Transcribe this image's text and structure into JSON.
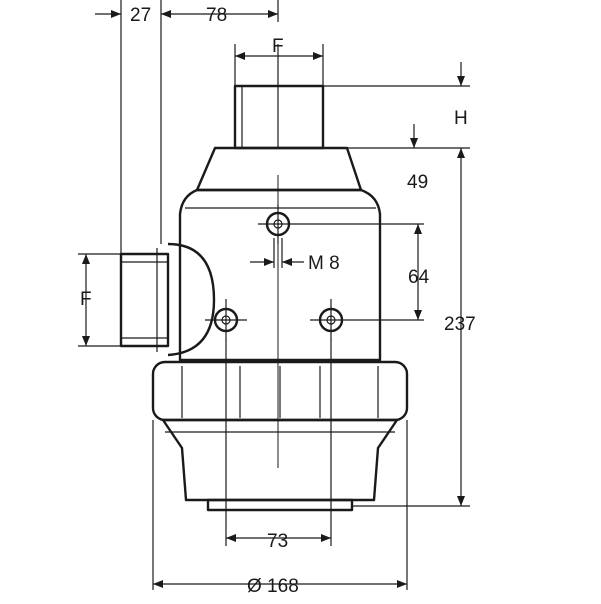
{
  "diagram": {
    "labels": {
      "dim_27": "27",
      "dim_78": "78",
      "dim_F_top": "F",
      "dim_H": "H",
      "dim_49": "49",
      "dim_M8": "M 8",
      "dim_64": "64",
      "dim_F_side": "F",
      "dim_237": "237",
      "dim_73": "73",
      "dim_168": "Ø 168"
    }
  }
}
